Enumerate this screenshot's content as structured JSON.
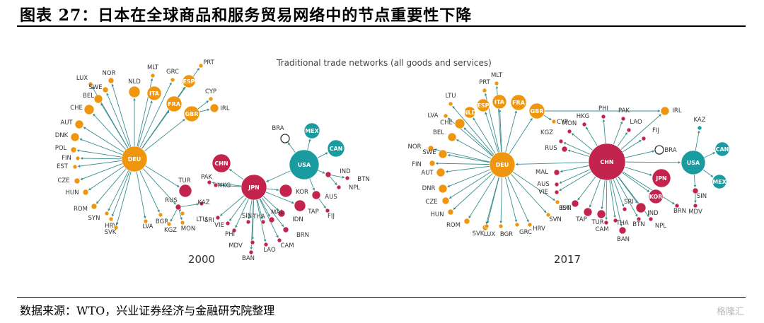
{
  "header": {
    "title": "图表 27：日本在全球商品和服务贸易网络中的节点重要性下降"
  },
  "footer": {
    "source": "数据来源：WTO，兴业证券经济与金融研究院整理",
    "watermark": "格隆汇"
  },
  "figure": {
    "subtitle": "Traditional trade networks (all goods and services)",
    "colors": {
      "europe": "#f0960e",
      "asia": "#c2244e",
      "america": "#1a9ba0",
      "edge": "#3a8f8f",
      "outline": "#333333"
    },
    "networks": [
      {
        "year": "2000",
        "nodes": [
          {
            "id": "DEU",
            "group": "europe",
            "inner": true
          },
          {
            "id": "PRT",
            "group": "europe"
          },
          {
            "id": "MLT",
            "group": "europe"
          },
          {
            "id": "GRC",
            "group": "europe"
          },
          {
            "id": "ESP",
            "group": "europe",
            "inner": true
          },
          {
            "id": "ITA",
            "group": "europe",
            "inner": true
          },
          {
            "id": "FRA",
            "group": "europe",
            "inner": true
          },
          {
            "id": "GBR",
            "group": "europe",
            "inner": true
          },
          {
            "id": "CYP",
            "group": "europe"
          },
          {
            "id": "IRL",
            "group": "europe"
          },
          {
            "id": "NLD",
            "group": "europe"
          },
          {
            "id": "NOR",
            "group": "europe"
          },
          {
            "id": "LUX",
            "group": "europe"
          },
          {
            "id": "SWE",
            "group": "europe"
          },
          {
            "id": "BEL",
            "group": "europe"
          },
          {
            "id": "CHE",
            "group": "europe"
          },
          {
            "id": "AUT",
            "group": "europe"
          },
          {
            "id": "DNK",
            "group": "europe"
          },
          {
            "id": "POL",
            "group": "europe"
          },
          {
            "id": "FIN",
            "group": "europe"
          },
          {
            "id": "EST",
            "group": "europe"
          },
          {
            "id": "CZE",
            "group": "europe"
          },
          {
            "id": "HUN",
            "group": "europe"
          },
          {
            "id": "ROM",
            "group": "europe"
          },
          {
            "id": "SYN",
            "group": "europe"
          },
          {
            "id": "HRV",
            "group": "europe"
          },
          {
            "id": "SVK",
            "group": "europe"
          },
          {
            "id": "LVA",
            "group": "europe"
          },
          {
            "id": "BGR",
            "group": "europe"
          },
          {
            "id": "KGZ",
            "group": "europe"
          },
          {
            "id": "MON",
            "group": "europe"
          },
          {
            "id": "LTU",
            "group": "europe"
          },
          {
            "id": "RUS",
            "group": "asia"
          },
          {
            "id": "KAZ",
            "group": "asia"
          },
          {
            "id": "TUR",
            "group": "asia"
          },
          {
            "id": "JPN",
            "group": "asia",
            "inner": true
          },
          {
            "id": "CHN",
            "group": "asia",
            "inner": true
          },
          {
            "id": "PAK",
            "group": "asia"
          },
          {
            "id": "HKG",
            "group": "asia"
          },
          {
            "id": "KOR",
            "group": "asia"
          },
          {
            "id": "TAP",
            "group": "asia"
          },
          {
            "id": "IDN",
            "group": "asia"
          },
          {
            "id": "MAL",
            "group": "asia"
          },
          {
            "id": "BRN",
            "group": "asia"
          },
          {
            "id": "SRI",
            "group": "asia"
          },
          {
            "id": "VIE",
            "group": "asia"
          },
          {
            "id": "PHI",
            "group": "asia"
          },
          {
            "id": "SIN",
            "group": "asia"
          },
          {
            "id": "THA",
            "group": "asia"
          },
          {
            "id": "MDV",
            "group": "asia"
          },
          {
            "id": "BAN",
            "group": "asia"
          },
          {
            "id": "LAO",
            "group": "asia"
          },
          {
            "id": "CAM",
            "group": "asia"
          },
          {
            "id": "AUS",
            "group": "asia"
          },
          {
            "id": "FIJ",
            "group": "asia"
          },
          {
            "id": "IND",
            "group": "asia"
          },
          {
            "id": "BTN",
            "group": "asia"
          },
          {
            "id": "NPL",
            "group": "asia"
          },
          {
            "id": "USA",
            "group": "america",
            "inner": true
          },
          {
            "id": "MEX",
            "group": "america",
            "inner": true
          },
          {
            "id": "CAN",
            "group": "america",
            "inner": true
          },
          {
            "id": "BRA",
            "group": "outline"
          }
        ],
        "edges": [
          [
            "DEU",
            "PRT"
          ],
          [
            "DEU",
            "MLT"
          ],
          [
            "DEU",
            "GRC"
          ],
          [
            "DEU",
            "ESP"
          ],
          [
            "DEU",
            "ITA"
          ],
          [
            "DEU",
            "FRA"
          ],
          [
            "DEU",
            "GBR"
          ],
          [
            "DEU",
            "NLD"
          ],
          [
            "DEU",
            "NOR"
          ],
          [
            "DEU",
            "LUX"
          ],
          [
            "DEU",
            "SWE"
          ],
          [
            "DEU",
            "BEL"
          ],
          [
            "DEU",
            "CHE"
          ],
          [
            "DEU",
            "AUT"
          ],
          [
            "DEU",
            "DNK"
          ],
          [
            "DEU",
            "POL"
          ],
          [
            "DEU",
            "FIN"
          ],
          [
            "DEU",
            "EST"
          ],
          [
            "DEU",
            "CZE"
          ],
          [
            "DEU",
            "HUN"
          ],
          [
            "DEU",
            "ROM"
          ],
          [
            "DEU",
            "SYN"
          ],
          [
            "DEU",
            "HRV"
          ],
          [
            "DEU",
            "SVK"
          ],
          [
            "DEU",
            "LVA"
          ],
          [
            "DEU",
            "BGR"
          ],
          [
            "DEU",
            "TUR"
          ],
          [
            "DEU",
            "RUS"
          ],
          [
            "GBR",
            "CYP"
          ],
          [
            "GBR",
            "IRL"
          ],
          [
            "RUS",
            "KGZ"
          ],
          [
            "RUS",
            "MON"
          ],
          [
            "RUS",
            "LTU"
          ],
          [
            "RUS",
            "KAZ"
          ],
          [
            "USA",
            "MEX"
          ],
          [
            "USA",
            "CAN"
          ],
          [
            "USA",
            "BRA"
          ],
          [
            "USA",
            "JPN"
          ],
          [
            "USA",
            "IND"
          ],
          [
            "USA",
            "AUS"
          ],
          [
            "IND",
            "BTN"
          ],
          [
            "IND",
            "NPL"
          ],
          [
            "JPN",
            "CHN"
          ],
          [
            "JPN",
            "PAK"
          ],
          [
            "JPN",
            "HKG"
          ],
          [
            "JPN",
            "KOR"
          ],
          [
            "JPN",
            "TAP"
          ],
          [
            "JPN",
            "IDN"
          ],
          [
            "JPN",
            "MAL"
          ],
          [
            "JPN",
            "SRI"
          ],
          [
            "JPN",
            "VIE"
          ],
          [
            "JPN",
            "PHI"
          ],
          [
            "JPN",
            "SIN"
          ],
          [
            "JPN",
            "THA"
          ],
          [
            "JPN",
            "MDV"
          ],
          [
            "JPN",
            "LAO"
          ],
          [
            "JPN",
            "BAN"
          ],
          [
            "JPN",
            "CAM"
          ],
          [
            "JPN",
            "BRN"
          ],
          [
            "AUS",
            "FIJ"
          ]
        ]
      },
      {
        "year": "2017",
        "nodes": [
          {
            "id": "DEU",
            "group": "europe",
            "inner": true
          },
          {
            "id": "PRT",
            "group": "europe"
          },
          {
            "id": "MLT",
            "group": "europe"
          },
          {
            "id": "LTU",
            "group": "europe"
          },
          {
            "id": "NLD",
            "group": "europe",
            "inner": true
          },
          {
            "id": "ESP",
            "group": "europe",
            "inner": true
          },
          {
            "id": "ITA",
            "group": "europe",
            "inner": true
          },
          {
            "id": "FRA",
            "group": "europe",
            "inner": true
          },
          {
            "id": "GBR",
            "group": "europe",
            "inner": true
          },
          {
            "id": "CYP",
            "group": "europe"
          },
          {
            "id": "IRL",
            "group": "europe"
          },
          {
            "id": "LVA",
            "group": "europe"
          },
          {
            "id": "CHE",
            "group": "europe"
          },
          {
            "id": "BEL",
            "group": "europe"
          },
          {
            "id": "NOR",
            "group": "europe"
          },
          {
            "id": "SWE",
            "group": "europe"
          },
          {
            "id": "FIN",
            "group": "europe"
          },
          {
            "id": "AUT",
            "group": "europe"
          },
          {
            "id": "DNR",
            "group": "europe"
          },
          {
            "id": "CZE",
            "group": "europe"
          },
          {
            "id": "HUN",
            "group": "europe"
          },
          {
            "id": "ROM",
            "group": "europe"
          },
          {
            "id": "SVK",
            "group": "europe"
          },
          {
            "id": "LUX",
            "group": "europe"
          },
          {
            "id": "BGR",
            "group": "europe"
          },
          {
            "id": "GRC",
            "group": "europe"
          },
          {
            "id": "HRV",
            "group": "europe"
          },
          {
            "id": "SVN",
            "group": "europe"
          },
          {
            "id": "EST",
            "group": "europe"
          },
          {
            "id": "CHN",
            "group": "asia",
            "inner": true
          },
          {
            "id": "JPN",
            "group": "asia",
            "inner": true
          },
          {
            "id": "KOR",
            "group": "asia",
            "inner": true
          },
          {
            "id": "HKG",
            "group": "asia"
          },
          {
            "id": "PHI",
            "group": "asia"
          },
          {
            "id": "PAK",
            "group": "asia"
          },
          {
            "id": "LAO",
            "group": "asia"
          },
          {
            "id": "FIJ",
            "group": "asia"
          },
          {
            "id": "MON",
            "group": "asia"
          },
          {
            "id": "KGZ",
            "group": "asia"
          },
          {
            "id": "RUS",
            "group": "asia"
          },
          {
            "id": "MAL",
            "group": "asia"
          },
          {
            "id": "AUS",
            "group": "asia"
          },
          {
            "id": "VIE",
            "group": "asia"
          },
          {
            "id": "IDN",
            "group": "asia"
          },
          {
            "id": "TAP",
            "group": "asia"
          },
          {
            "id": "TUR",
            "group": "asia"
          },
          {
            "id": "CAM",
            "group": "asia"
          },
          {
            "id": "THA",
            "group": "asia"
          },
          {
            "id": "BAN",
            "group": "asia"
          },
          {
            "id": "SRI",
            "group": "asia"
          },
          {
            "id": "BTN",
            "group": "asia"
          },
          {
            "id": "NPL",
            "group": "asia"
          },
          {
            "id": "IND",
            "group": "asia"
          },
          {
            "id": "BRN",
            "group": "asia"
          },
          {
            "id": "SIN",
            "group": "asia"
          },
          {
            "id": "MDV",
            "group": "asia"
          },
          {
            "id": "USA",
            "group": "america",
            "inner": true
          },
          {
            "id": "CAN",
            "group": "america",
            "inner": true
          },
          {
            "id": "MEX",
            "group": "america",
            "inner": true
          },
          {
            "id": "KAZ",
            "group": "america"
          },
          {
            "id": "BRA",
            "group": "outline"
          }
        ],
        "edges": [
          [
            "DEU",
            "PRT"
          ],
          [
            "DEU",
            "MLT"
          ],
          [
            "DEU",
            "LTU"
          ],
          [
            "DEU",
            "NLD"
          ],
          [
            "DEU",
            "ESP"
          ],
          [
            "DEU",
            "ITA"
          ],
          [
            "DEU",
            "FRA"
          ],
          [
            "DEU",
            "GBR"
          ],
          [
            "DEU",
            "LVA"
          ],
          [
            "DEU",
            "CHE"
          ],
          [
            "DEU",
            "BEL"
          ],
          [
            "DEU",
            "NOR"
          ],
          [
            "DEU",
            "SWE"
          ],
          [
            "DEU",
            "FIN"
          ],
          [
            "DEU",
            "AUT"
          ],
          [
            "DEU",
            "DNR"
          ],
          [
            "DEU",
            "CZE"
          ],
          [
            "DEU",
            "HUN"
          ],
          [
            "DEU",
            "ROM"
          ],
          [
            "DEU",
            "SVK"
          ],
          [
            "DEU",
            "LUX"
          ],
          [
            "DEU",
            "BGR"
          ],
          [
            "DEU",
            "GRC"
          ],
          [
            "DEU",
            "HRV"
          ],
          [
            "DEU",
            "SVN"
          ],
          [
            "DEU",
            "EST"
          ],
          [
            "GBR",
            "CYP"
          ],
          [
            "GBR",
            "IRL"
          ],
          [
            "CHN",
            "DEU"
          ],
          [
            "CHN",
            "HKG"
          ],
          [
            "CHN",
            "PHI"
          ],
          [
            "CHN",
            "PAK"
          ],
          [
            "CHN",
            "LAO"
          ],
          [
            "CHN",
            "FIJ"
          ],
          [
            "CHN",
            "MON"
          ],
          [
            "CHN",
            "KGZ"
          ],
          [
            "CHN",
            "RUS"
          ],
          [
            "CHN",
            "MAL"
          ],
          [
            "CHN",
            "AUS"
          ],
          [
            "CHN",
            "VIE"
          ],
          [
            "CHN",
            "IDN"
          ],
          [
            "CHN",
            "TAP"
          ],
          [
            "CHN",
            "TUR"
          ],
          [
            "CHN",
            "CAM"
          ],
          [
            "CHN",
            "THA"
          ],
          [
            "CHN",
            "BAN"
          ],
          [
            "CHN",
            "SRI"
          ],
          [
            "CHN",
            "BTN"
          ],
          [
            "CHN",
            "NPL"
          ],
          [
            "CHN",
            "IND"
          ],
          [
            "CHN",
            "BRN"
          ],
          [
            "CHN",
            "JPN"
          ],
          [
            "CHN",
            "KOR"
          ],
          [
            "CHN",
            "BRA"
          ],
          [
            "CHN",
            "USA"
          ],
          [
            "CHN",
            "IRL"
          ],
          [
            "USA",
            "CAN"
          ],
          [
            "USA",
            "MEX"
          ],
          [
            "USA",
            "KAZ"
          ],
          [
            "USA",
            "SIN"
          ],
          [
            "SIN",
            "MDV"
          ]
        ]
      }
    ]
  }
}
